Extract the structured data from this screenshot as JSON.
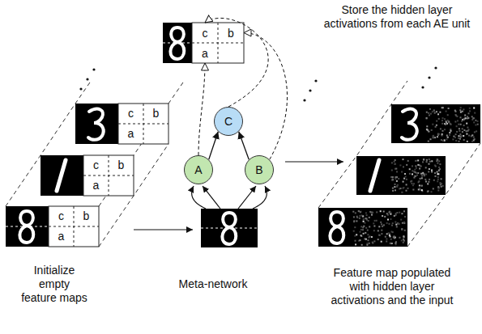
{
  "diagram": {
    "nodes": [
      {
        "text": [
          "c"
        ]
      },
      {
        "text": [
          "b"
        ]
      },
      {
        "text": [
          "a"
        ]
      },
      {
        "text": [
          "C"
        ]
      },
      {
        "text": [
          "A"
        ]
      },
      {
        "text": [
          "B"
        ]
      }
    ],
    "edges": [
      {
        "from": 4,
        "to": 3,
        "arrow": "to"
      },
      {
        "from": 5,
        "to": 3,
        "arrow": "to"
      },
      {
        "from": 3,
        "to": 0,
        "arrow": "to"
      },
      {
        "from": 5,
        "to": 1,
        "arrow": "to"
      },
      {
        "from": 4,
        "to": 2,
        "arrow": "to"
      }
    ],
    "labels": [
      "Store the hidden layer activations from each AE unit",
      "c",
      "b",
      "a",
      "c",
      "b",
      "a",
      "c",
      "b",
      "a",
      "Initialize empty feature maps",
      "Meta-network",
      "Feature map populated with hidden layer activations and the input"
    ]
  }
}
